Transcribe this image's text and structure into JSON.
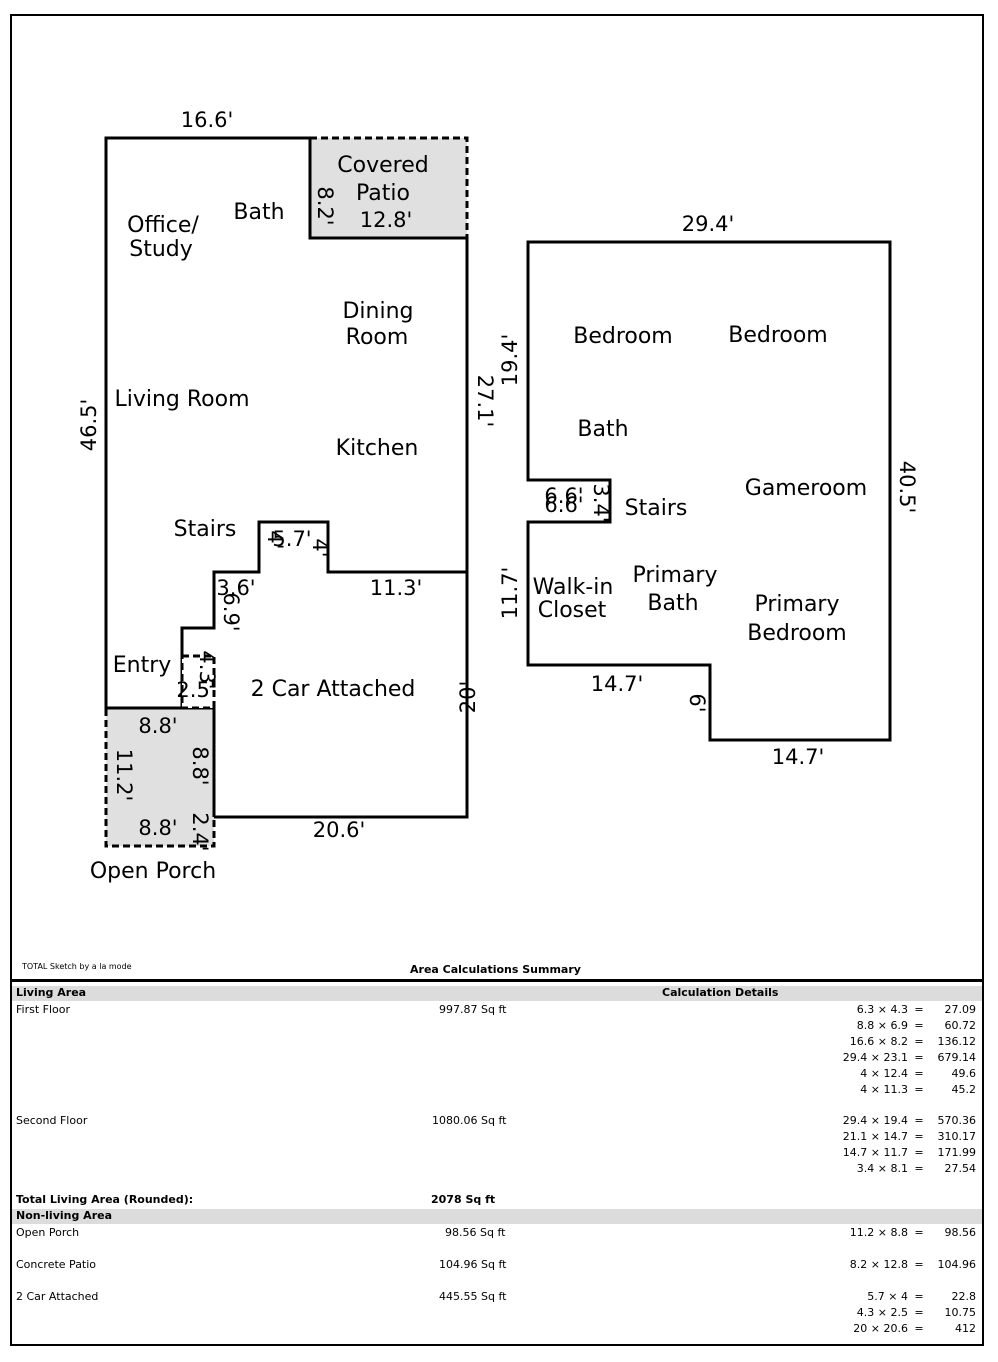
{
  "dimensions": {
    "d_top": "16.6'",
    "d_left": "46.5'",
    "d_right1": "27.1'",
    "d_patio_v": "8.2'",
    "d_patio_h": "12.8'",
    "d_stair_w": "5.7'",
    "d_stair_a": "4'",
    "d_stair_b": "4'",
    "d_garage_step": "3.6'",
    "d_garage_v": "6.9'",
    "d_garage_top": "11.3'",
    "d_garage_right": "20'",
    "d_garage_bottom": "20.6'",
    "d_entry_a": "2.5'",
    "d_entry_b": "4.3'",
    "d_porch_top": "8.8'",
    "d_porch_left": "11.2'",
    "d_porch_right": "8.8'",
    "d_porch_bottom": "8.8'",
    "d_porch_small": "2.4'",
    "d2_top": "29.4'",
    "d2_left": "19.4'",
    "d2_right": "40.5'",
    "d2_notch_a": "6.6'",
    "d2_notch_b": "6.6'",
    "d2_notch_c": "3.4'",
    "d2_closet": "11.7'",
    "d2_mid": "14.7'",
    "d2_step": "6'",
    "d2_bottom": "14.7'"
  },
  "rooms": {
    "patio_1": "Covered",
    "patio_2": "Patio",
    "bath1": "Bath",
    "office_1": "Office/",
    "office_2": "Study",
    "dining_1": "Dining",
    "dining_2": "Room",
    "living": "Living Room",
    "kitchen": "Kitchen",
    "stairs1": "Stairs",
    "entry": "Entry",
    "garage": "2 Car Attached",
    "porch": "Open Porch",
    "bed_a": "Bedroom",
    "bed_b": "Bedroom",
    "bath2": "Bath",
    "stairs2": "Stairs",
    "gameroom": "Gameroom",
    "closet_1": "Walk-in",
    "closet_2": "Closet",
    "pbath_1": "Primary",
    "pbath_2": "Bath",
    "pbed_1": "Primary",
    "pbed_2": "Bedroom"
  },
  "footer": {
    "credit": "TOTAL Sketch by a la mode",
    "title": "Area Calculations Summary",
    "living_header": "Living Area",
    "calc_header": "Calculation Details",
    "first_floor": "First Floor",
    "first_floor_area": "997.87 Sq ft",
    "second_floor": "Second Floor",
    "second_floor_area": "1080.06 Sq ft",
    "total_label": "Total Living Area (Rounded):",
    "total_value": "2078 Sq ft",
    "nonliving_header": "Non-living Area",
    "open_porch": "Open Porch",
    "open_porch_area": "98.56 Sq ft",
    "concrete_patio": "Concrete Patio",
    "concrete_patio_area": "104.96 Sq ft",
    "car_attached": "2 Car Attached",
    "car_attached_area": "445.55 Sq ft"
  },
  "calcs": {
    "first": [
      {
        "expr": "6.3 × 4.3",
        "val": "27.09"
      },
      {
        "expr": "8.8 × 6.9",
        "val": "60.72"
      },
      {
        "expr": "16.6 × 8.2",
        "val": "136.12"
      },
      {
        "expr": "29.4 × 23.1",
        "val": "679.14"
      },
      {
        "expr": "4 × 12.4",
        "val": "49.6"
      },
      {
        "expr": "4 × 11.3",
        "val": "45.2"
      }
    ],
    "second": [
      {
        "expr": "29.4 × 19.4",
        "val": "570.36"
      },
      {
        "expr": "21.1 × 14.7",
        "val": "310.17"
      },
      {
        "expr": "14.7 × 11.7",
        "val": "171.99"
      },
      {
        "expr": "3.4 × 8.1",
        "val": "27.54"
      }
    ],
    "porch": [
      {
        "expr": "11.2 × 8.8",
        "val": "98.56"
      }
    ],
    "patio": [
      {
        "expr": "8.2 × 12.8",
        "val": "104.96"
      }
    ],
    "garage": [
      {
        "expr": "5.7 × 4",
        "val": "22.8"
      },
      {
        "expr": "4.3 × 2.5",
        "val": "10.75"
      },
      {
        "expr": "20 × 20.6",
        "val": "412"
      }
    ]
  }
}
